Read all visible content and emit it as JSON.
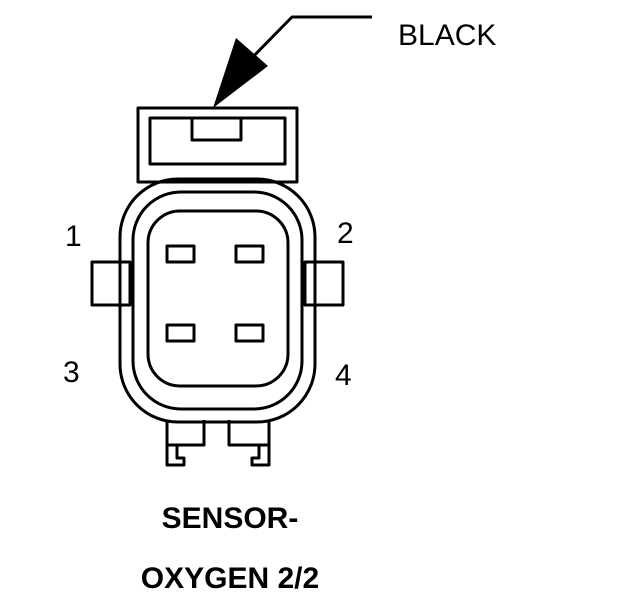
{
  "connector": {
    "color_label": "BLACK",
    "pins": [
      "1",
      "2",
      "3",
      "4"
    ],
    "title_line1": "SENSOR-",
    "title_line2": "OXYGEN 2/2"
  },
  "colors": {
    "ink": "#000000",
    "background": "#ffffff"
  }
}
